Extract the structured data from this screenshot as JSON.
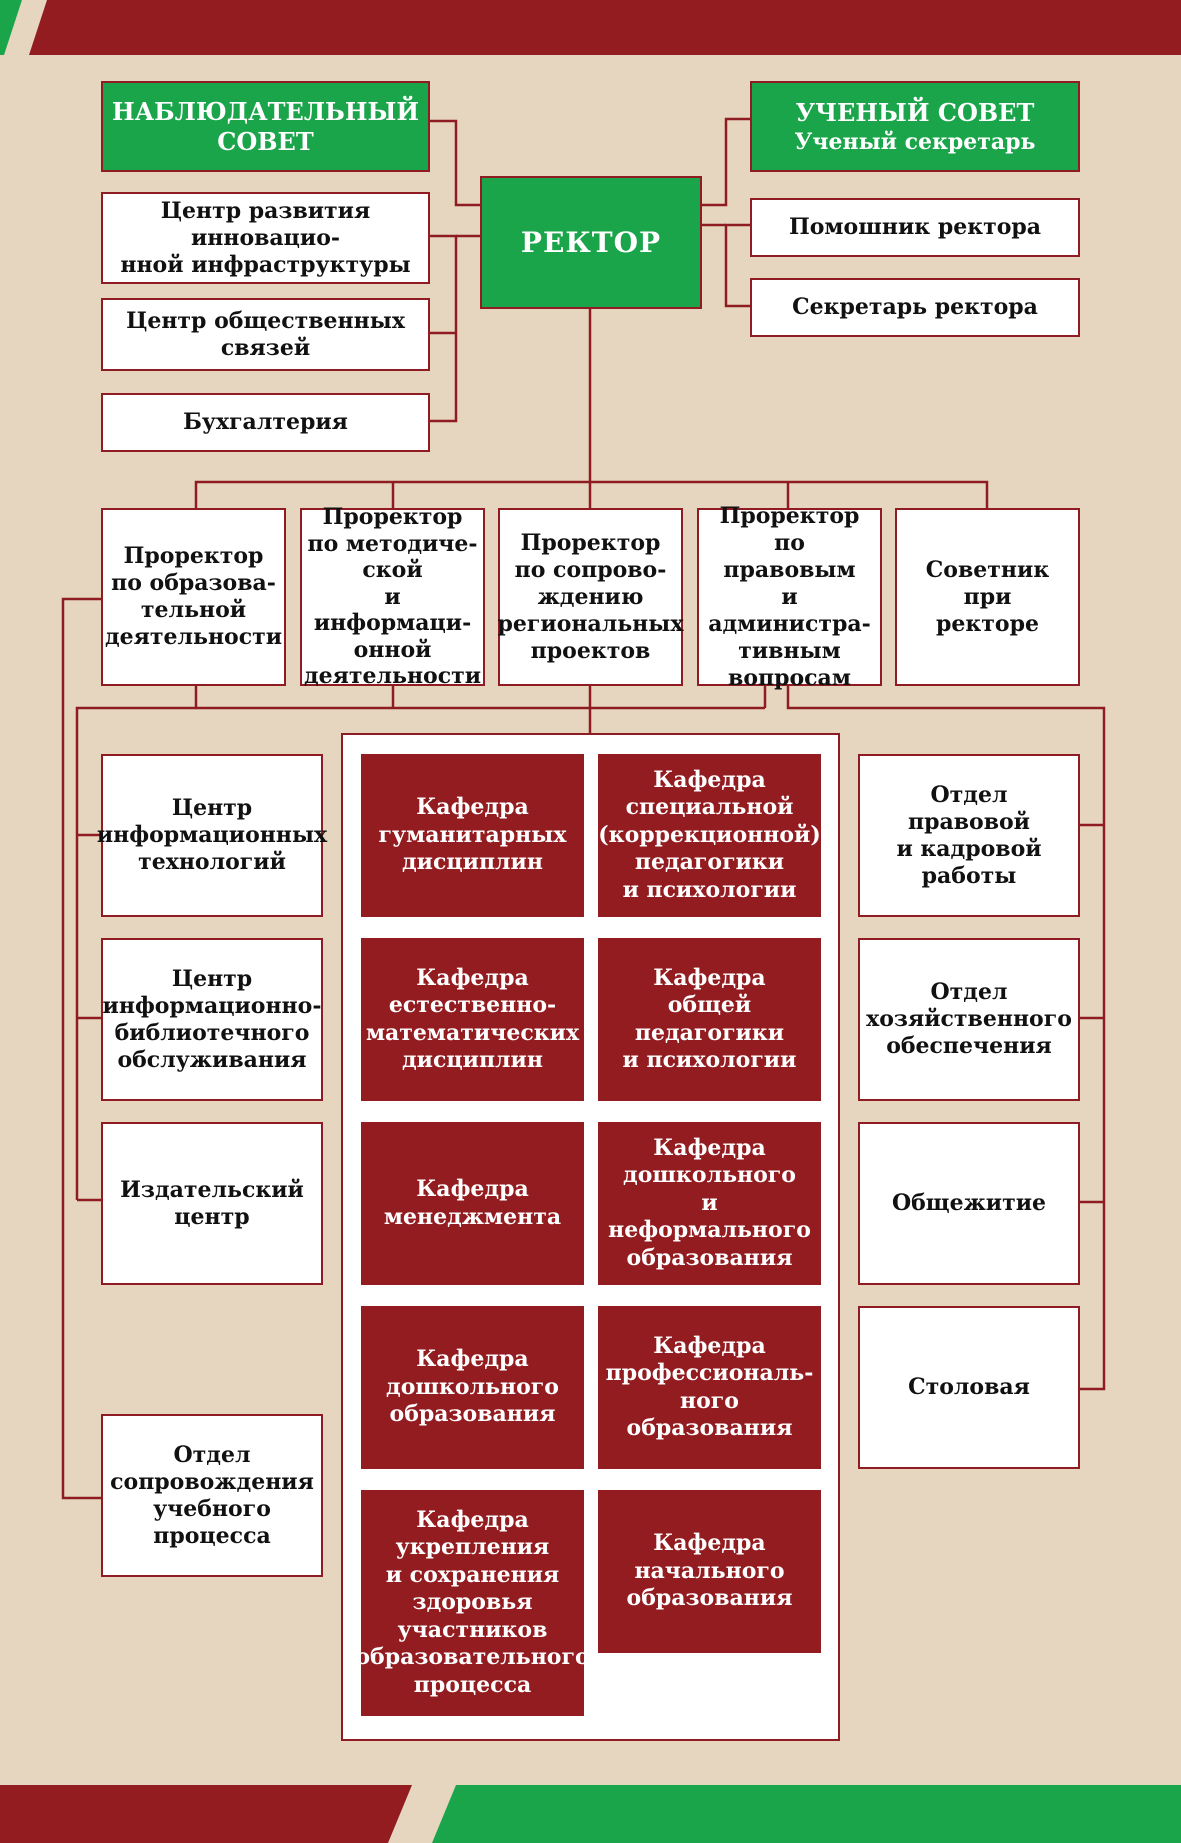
{
  "colors": {
    "background": "#e6d6c0",
    "accent_red": "#931c20",
    "accent_green": "#1aa54b",
    "line": "#8e1c22"
  },
  "top": {
    "supervisory_board": "НАБЛЮДАТЕЛЬНЫЙ\nСОВЕТ",
    "academic_council": "УЧЕНЫЙ СОВЕТ",
    "academic_secretary": "Ученый секретарь",
    "rector": "РЕКТОР",
    "rector_assistant": "Помошник ректора",
    "rector_secretary": "Секретарь ректора",
    "left_units": [
      "Центр развития инновацио-\nнной инфраструктуры",
      "Центр общественных\nсвязей",
      "Бухгалтерия"
    ]
  },
  "vice_rectors": [
    "Проректор\nпо образова-\nтельной\nдеятельности",
    "Проректор\nпо методиче-\nской\nи информаци-\nонной\nдеятельности",
    "Проректор\nпо сопрово-\nждению\nрегиональных\nпроектов",
    "Проректор\nпо правовым\nи администра-\nтивным\nвопросам",
    "Советник\nпри\nректоре"
  ],
  "left_column": [
    "Центр\nинформационных\nтехнологий",
    "Центр\nинформационно-\nбиблиотечного\nобслуживания",
    "Издательский\nцентр",
    "Отдел\nсопровождения\nучебного\nпроцесса"
  ],
  "departments": [
    "Кафедра\nгуманитарных\nдисциплин",
    "Кафедра\nспециальной\n(коррекционной)\nпедагогики\nи психологии",
    "Кафедра\nестественно-\nматематических\nдисциплин",
    "Кафедра\nобщей\nпедагогики\nи психологии",
    "Кафедра\nменеджмента",
    "Кафедра\nдошкольного\nи неформального\nобразования",
    "Кафедра\nдошкольного\nобразования",
    "Кафедра\nпрофессиональ-\nного\nобразования",
    "Кафедра\nукрепления\nи сохранения\nздоровья\nучастников\nобразовательного\nпроцесса",
    "Кафедра\nначального\nобразования"
  ],
  "right_column": [
    "Отдел\nправовой\nи кадровой\nработы",
    "Отдел\nхозяйственного\nобеспечения",
    "Общежитие",
    "Столовая"
  ]
}
